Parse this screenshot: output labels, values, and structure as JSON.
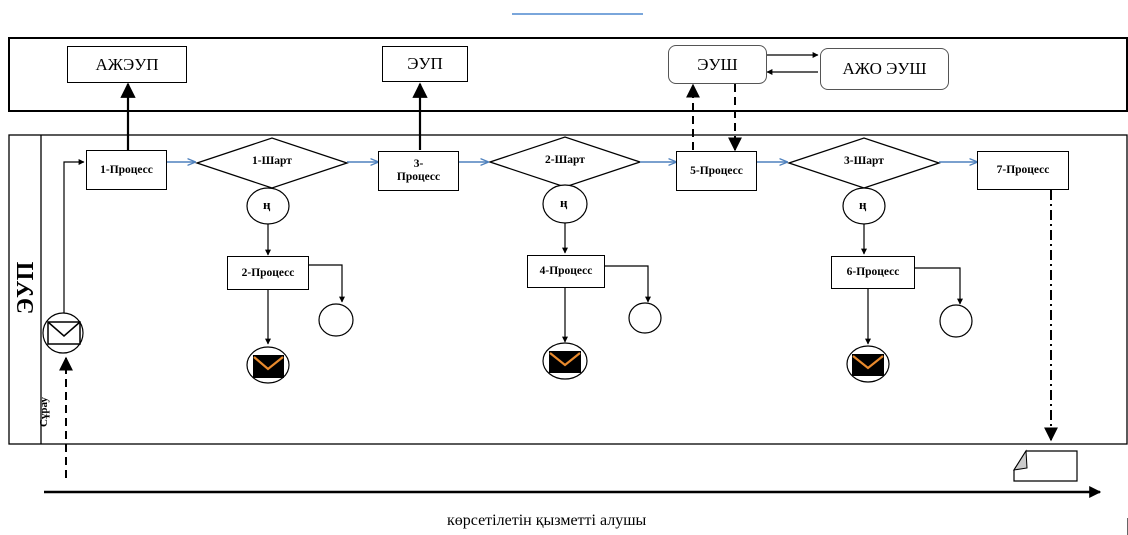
{
  "top_boxes": {
    "azheup": "АЖЭУП",
    "eup": "ЭУП",
    "eush": "ЭУШ",
    "azho_eush": "АЖО ЭУШ"
  },
  "lane": {
    "title": "ЭУП",
    "request_label": "Сұрау"
  },
  "processes": {
    "p1": "1-Процесс",
    "p2": "2-Процесс",
    "p3_line1": "3-",
    "p3_line2": "Процесс",
    "p4": "4-Процесс",
    "p5": "5-Процесс",
    "p6": "6-Процесс",
    "p7": "7-Процесс"
  },
  "conditions": {
    "c1": "1-Шарт",
    "c2": "2-Шарт",
    "c3": "3-Шарт"
  },
  "no_label": "ң",
  "bottom_label": "көрсетілетін қызметті алушы",
  "colors": {
    "flow_arrow": "#4f81bd",
    "line": "#000000",
    "title_underline": "#7aa6db"
  },
  "icons": [
    "envelope-icon",
    "black-envelope-icon",
    "document-icon"
  ]
}
